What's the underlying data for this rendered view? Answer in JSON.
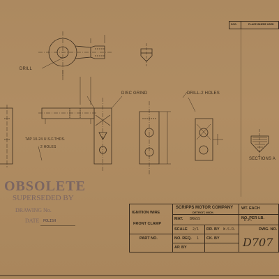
{
  "revision_block": {
    "col1": "SOG.",
    "col2": "PLACE WHERE USED"
  },
  "labels": {
    "drill": "DRILL",
    "disc_grind": "DISC GRIND",
    "drill_2_holes": "DRILL-2 HOLES",
    "tap": "TAP 10-24 U.S.F.THDS.",
    "two_holes": "2 HOLES",
    "sections": "SECTIONS A"
  },
  "stamp": {
    "obsolete": "OBSOLETE",
    "superseded_by": "SUPERSEDED BY",
    "drawing_no": "DRAWING No.",
    "date": "DATE",
    "date_value": "POLISH"
  },
  "title_block": {
    "part_name_1": "IGNITION WIRE",
    "part_name_2": "FRONT CLAMP",
    "company": "SCRIPPS MOTOR COMPANY",
    "city": "DETROIT, MICH.",
    "wt_each": "WT. EACH",
    "no_per_lb": "NO. PER LB.",
    "mat_label": "MAT.",
    "mat_value": "BRASS",
    "scale_label": "SCALE",
    "scale_value": "2/1",
    "dr_by_label": "DR. BY",
    "dr_by_value": "W.S.R.",
    "initials": "D.H.",
    "dwg_no_label": "DWG. NO.",
    "part_no_label": "PART NO.",
    "no_req_label": "NO. REQ.",
    "no_req_value": "1",
    "ck_by_label": "CK. BY",
    "ap_by_label": "AP. BY",
    "dwg_number": "D707"
  }
}
